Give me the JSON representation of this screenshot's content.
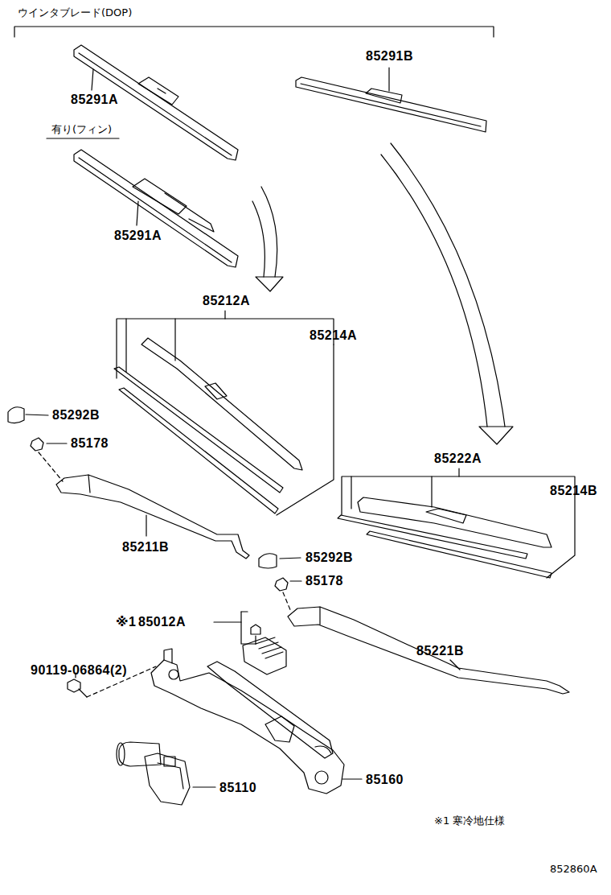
{
  "diagram": {
    "labels": [
      "ウインタブレード(DOP)",
      "85291B",
      "85291A",
      "有り(フィン)",
      "85291A",
      "85212A",
      "85214A",
      "85292B",
      "85178",
      "85211B",
      "85222A",
      "85214B",
      "85292B",
      "85178",
      "※1",
      "85012A",
      "85221B",
      "90119-06864(2)",
      "85160",
      "85110",
      "※1 寒冷地仕様",
      "852860A"
    ]
  }
}
